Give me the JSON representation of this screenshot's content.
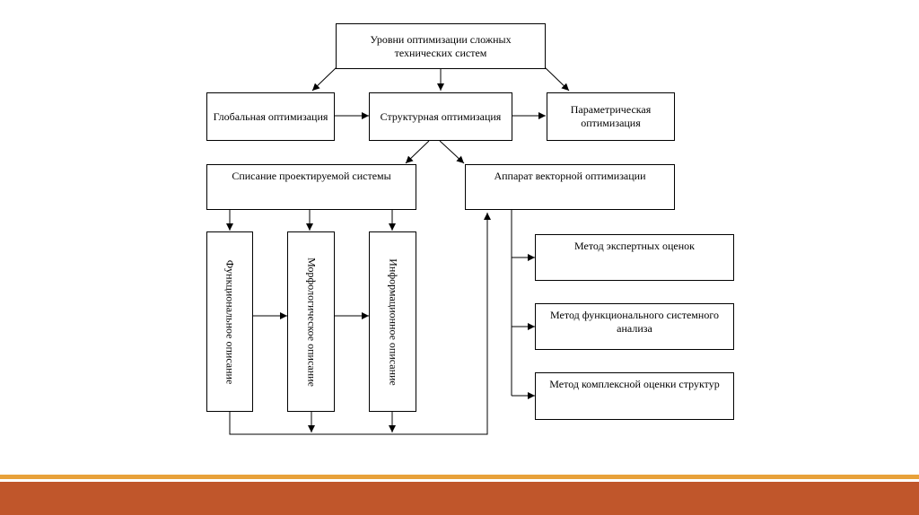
{
  "boxes": {
    "root": "Уровни оптимизации сложных технических систем",
    "global": "Глобальная оптимизация",
    "structural": "Структурная оптимизация",
    "parametric": "Параметрическая оптимизация",
    "description": "Списание проектируемой системы",
    "vector": "Аппарат векторной оптимизации",
    "functional": "Функциональное описание",
    "morphological": "Морфологическое описание",
    "informational": "Информационное описание",
    "expert": "Метод экспертных оценок",
    "fsa": "Метод функционального системного анализа",
    "complex": "Метод комплексной оценки структур"
  },
  "colors": {
    "line": "#000000",
    "footer_thin": "#e8a13a",
    "footer_bar": "#c0562b"
  }
}
